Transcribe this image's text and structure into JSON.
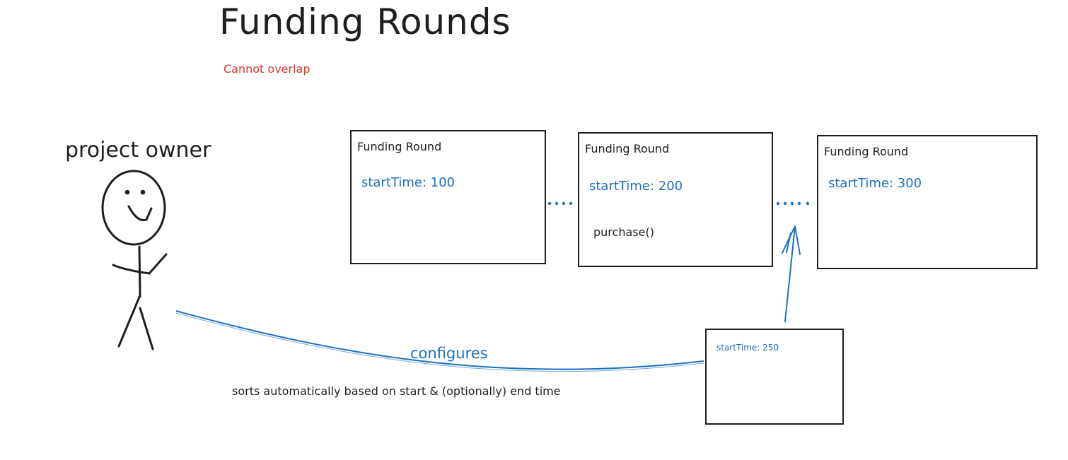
{
  "title": "Funding Rounds",
  "subtitle": "Cannot overlap",
  "actor": {
    "label": "project owner"
  },
  "rounds": [
    {
      "title": "Funding Round",
      "field": "startTime: 100",
      "method": ""
    },
    {
      "title": "Funding Round",
      "field": "startTime: 200",
      "method": "purchase()"
    },
    {
      "title": "Funding Round",
      "field": "startTime: 300",
      "method": ""
    }
  ],
  "new_round": {
    "field": "startTime: 250"
  },
  "edge_label": "configures",
  "note": "sorts automatically based on start & (optionally) end time",
  "colors": {
    "ink": "#1e1e1e",
    "blue": "#1971c2",
    "red": "#e03131"
  }
}
